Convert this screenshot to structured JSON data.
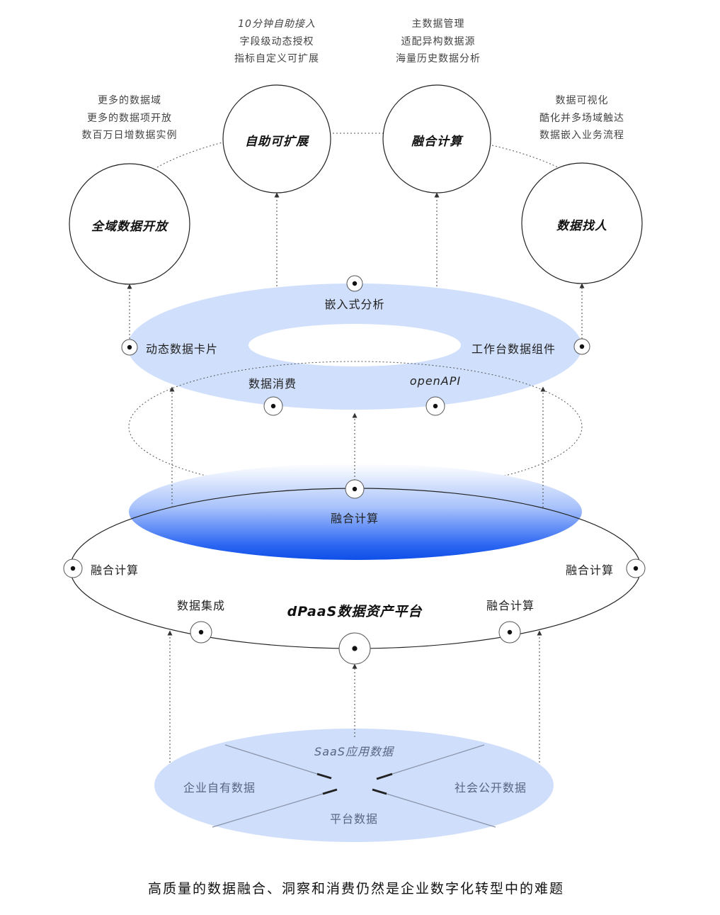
{
  "top_texts": {
    "self_service": [
      "10分钟自助接入",
      "字段级动态授权",
      "指标自定义可扩展"
    ],
    "fusion": [
      "主数据管理",
      "适配异构数据源",
      "海量历史数据分析"
    ],
    "global_open": [
      "更多的数据域",
      "更多的数据项开放",
      "数百万日增数据实例"
    ],
    "find_people": [
      "数据可视化",
      "酷化并多场域触达",
      "数据嵌入业务流程"
    ]
  },
  "circles": {
    "global_open": "全域数据开放",
    "self_service": "自助可扩展",
    "fusion": "融合计算",
    "find_people": "数据找人"
  },
  "consumption_ring": {
    "embedded": "嵌入式分析",
    "dynamic_card": "动态数据卡片",
    "workbench": "工作台数据组件",
    "consumption": "数据消费",
    "open_api": "openAPI"
  },
  "platform": {
    "title": "dPaaS数据资产平台",
    "top": "融合计算",
    "left": "融合计算",
    "right": "融合计算",
    "integration": "数据集成",
    "lower_right": "融合计算"
  },
  "sources": {
    "saas": "SaaS应用数据",
    "enterprise": "企业自有数据",
    "public": "社会公开数据",
    "platform": "平台数据"
  },
  "caption": "高质量的数据融合、洞察和消费仍然是企业数字化转型中的难题",
  "colors": {
    "ring_fill": "#d0dffb",
    "accent_blue": "#1f5ef0",
    "source_fill": "#cfdefb",
    "line": "#333333"
  }
}
